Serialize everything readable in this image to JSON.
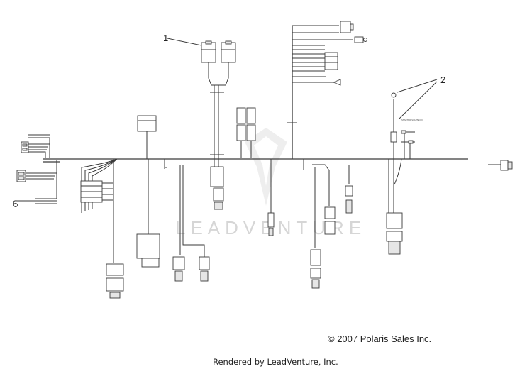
{
  "callouts": [
    {
      "number": "1"
    },
    {
      "number": "2"
    }
  ],
  "component_labels": {
    "starter_solenoid": "STARTER SOLENOID"
  },
  "watermark": {
    "text": "LEADVENTURE",
    "icon": "leadventure-logo-icon"
  },
  "footer": {
    "copyright": "© 2007 Polaris Sales Inc.",
    "rendered_by": "Rendered by LeadVenture, Inc."
  },
  "colors": {
    "line": "#3a3a3a",
    "watermark": "#d6d6d6",
    "background": "#ffffff"
  }
}
